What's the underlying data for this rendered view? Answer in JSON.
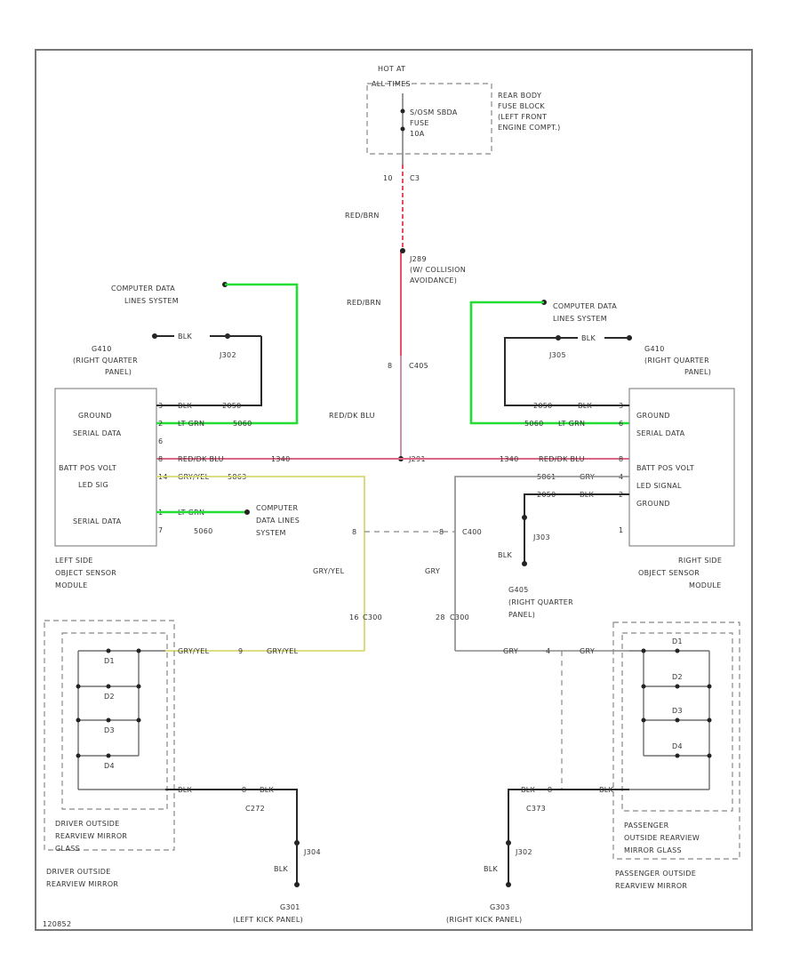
{
  "fuse_block": {
    "hot_at": "HOT AT",
    "all_times": "ALL TIMES",
    "fuse_lines": [
      "S/OSM SBDA",
      "FUSE",
      "10A"
    ],
    "location_lines": [
      "REAR BODY",
      "FUSE BLOCK",
      "(LEFT FRONT",
      "ENGINE COMPT.)"
    ],
    "conn_pin": "10",
    "conn_id": "C3"
  },
  "center_wire": {
    "upper_color": "RED/BRN",
    "splice_id": "J289",
    "splice_desc": [
      "(W/ COLLISION",
      "AVOIDANCE)"
    ],
    "lower_color": "RED/BRN",
    "conn_pin": "8",
    "conn_id": "C405",
    "bottom_color": "RED/DK BLU",
    "splice2_id": "J291"
  },
  "left_module": {
    "cdl_label": [
      "COMPUTER DATA",
      "LINES SYSTEM"
    ],
    "ground_id": "G410",
    "ground_loc": [
      "(RIGHT QUARTER",
      "PANEL)"
    ],
    "ground_wire": "BLK",
    "junction": "J302",
    "pins": [
      {
        "pin": "3",
        "label": "GROUND",
        "wire": "BLK",
        "circuit": "2050"
      },
      {
        "pin": "2",
        "label": "SERIAL DATA",
        "wire": "LT GRN",
        "circuit": "5060"
      },
      {
        "pin": "6",
        "label": "",
        "wire": "",
        "circuit": ""
      },
      {
        "pin": "8",
        "label": "BATT POS VOLT",
        "wire": "RED/DK BLU",
        "circuit": "1340"
      },
      {
        "pin": "14",
        "label": "LED SIG",
        "wire": "GRY/YEL",
        "circuit": "5863"
      },
      {
        "pin": "1",
        "label": "SERIAL DATA",
        "wire": "LT GRN",
        "circuit": "5060"
      },
      {
        "pin": "7",
        "label": "",
        "wire": "",
        "circuit": ""
      }
    ],
    "cdl2_label": [
      "COMPUTER",
      "DATA LINES",
      "SYSTEM"
    ],
    "cdl2_circuit": "5060",
    "name": [
      "LEFT SIDE",
      "OBJECT SENSOR",
      "MODULE"
    ]
  },
  "right_module": {
    "cdl_label": [
      "COMPUTER DATA",
      "LINES SYSTEM"
    ],
    "ground_id": "G410",
    "ground_loc": [
      "(RIGHT QUARTER",
      "PANEL)"
    ],
    "ground_wire": "BLK",
    "junction": "J305",
    "pins": [
      {
        "pin": "3",
        "label": "GROUND",
        "wire": "BLK",
        "circuit": "2050"
      },
      {
        "pin": "6",
        "label": "SERIAL DATA",
        "wire": "LT GRN",
        "circuit": "5060"
      },
      {
        "pin": "8",
        "label": "BATT POS VOLT",
        "wire": "RED/DK BLU",
        "circuit": "1340"
      },
      {
        "pin": "4",
        "label": "LED SIGNAL",
        "wire": "GRY",
        "circuit": "5861"
      },
      {
        "pin": "2",
        "label": "GROUND",
        "wire": "BLK",
        "circuit": "2050"
      },
      {
        "pin": "1",
        "label": "",
        "wire": "",
        "circuit": ""
      }
    ],
    "name": [
      "RIGHT SIDE",
      "OBJECT SENSOR",
      "MODULE"
    ],
    "lower_ground_wire": "BLK",
    "lower_junction": "J303",
    "lower_ground_id": "G405",
    "lower_ground_loc": [
      "(RIGHT QUARTER",
      "PANEL)"
    ]
  },
  "mid_connector": {
    "left_pin": "8",
    "right_pin": "8",
    "id": "C400"
  },
  "left_lower": {
    "wire_color": "GRY/YEL",
    "conn": "16",
    "conn_id": "C300",
    "mirror_conn_wire1": "GRY/YEL",
    "mirror_conn_pin": "9",
    "mirror_conn_wire2": "GRY/YEL",
    "leds": [
      "D1",
      "D2",
      "D3",
      "D4"
    ],
    "ground_wire": "BLK",
    "gnd_pin": "8",
    "gnd_wire2": "BLK",
    "gnd_conn_id": "C272",
    "junction": "J304",
    "junction_wire": "BLK",
    "ground_id": "G301",
    "ground_loc": "(LEFT KICK PANEL)",
    "inner_name": [
      "DRIVER OUTSIDE",
      "REARVIEW MIRROR",
      "GLASS"
    ],
    "outer_name": [
      "DRIVER OUTSIDE",
      "REARVIEW MIRROR"
    ]
  },
  "right_lower": {
    "wire_color": "GRY",
    "conn": "28",
    "conn_id": "C300",
    "mirror_conn_wire1": "GRY",
    "mirror_conn_pin": "4",
    "mirror_conn_wire2": "GRY",
    "leds": [
      "D1",
      "D2",
      "D3",
      "D4"
    ],
    "ground_wire": "BLK",
    "gnd_pin": "8",
    "gnd_wire2": "BLK",
    "gnd_conn_id": "C373",
    "junction": "J302",
    "junction_wire": "BLK",
    "ground_id": "G303",
    "ground_loc": "(RIGHT KICK PANEL)",
    "inner_name": [
      "PASSENGER",
      "OUTSIDE REARVIEW",
      "MIRROR GLASS"
    ],
    "outer_name": [
      "PASSENGER OUTSIDE",
      "REARVIEW MIRROR"
    ]
  },
  "footer_code": "120852"
}
